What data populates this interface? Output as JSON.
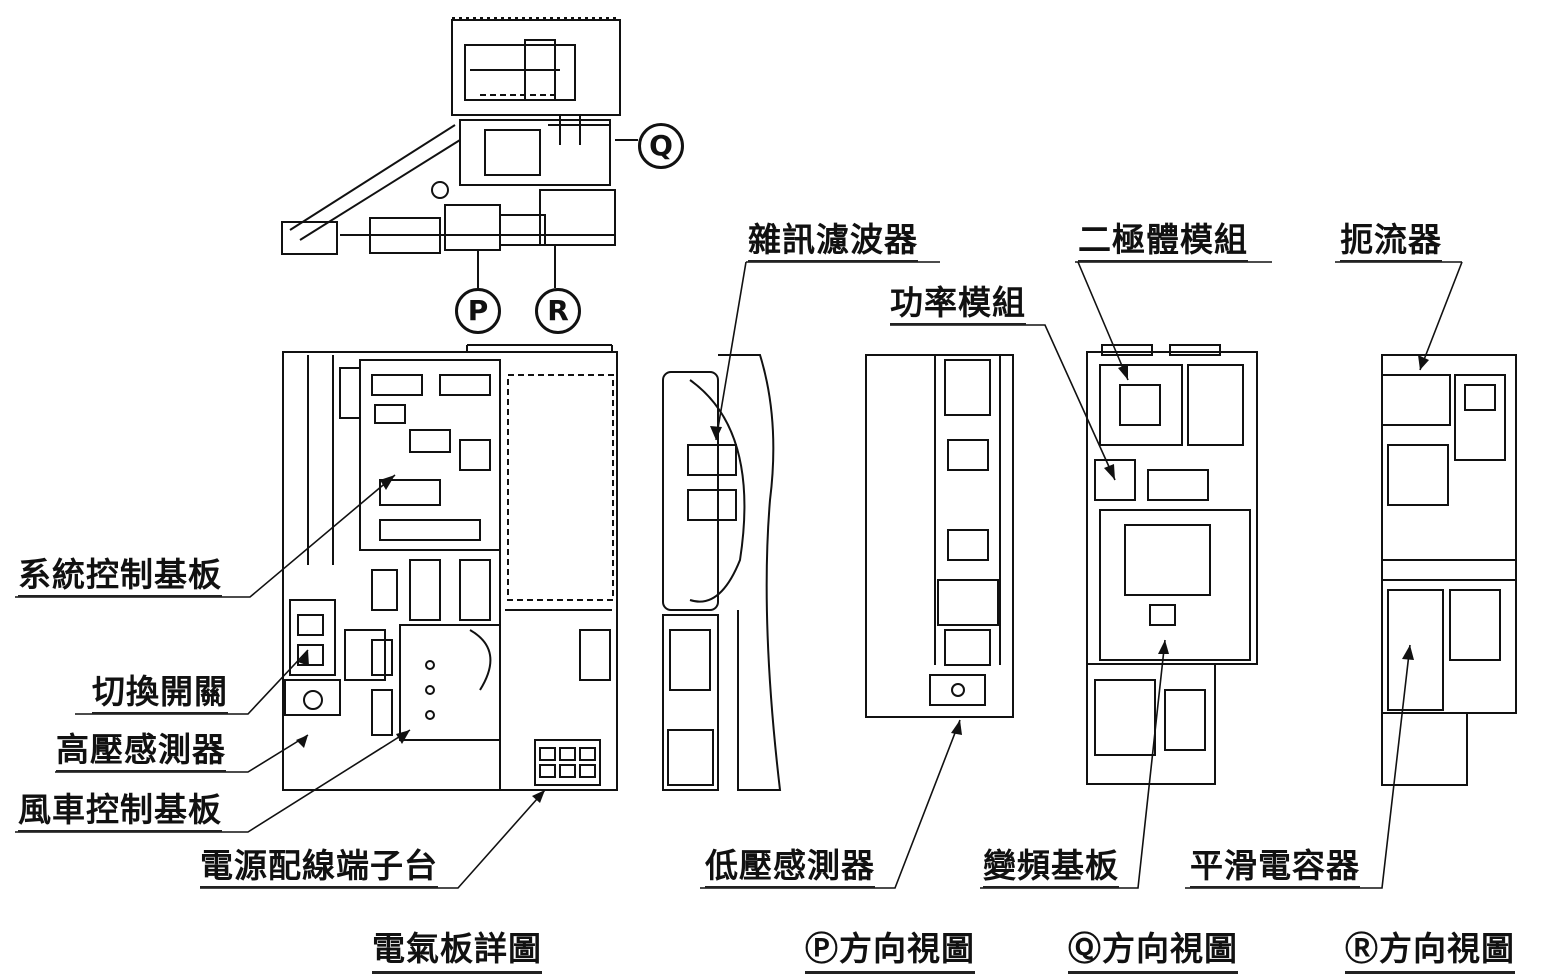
{
  "labels": {
    "system_control_board": "系統控制基板",
    "switching_switch": "切換開關",
    "high_pressure_sensor": "高壓感測器",
    "fan_control_board": "風車控制基板",
    "power_terminal_block": "電源配線端子台",
    "noise_filter": "雜訊濾波器",
    "low_pressure_sensor": "低壓感測器",
    "power_module": "功率模組",
    "diode_module": "二極體模組",
    "inverter_board": "變頻基板",
    "choke": "扼流器",
    "smoothing_capacitor": "平滑電容器"
  },
  "callouts": {
    "p": "P",
    "q": "Q",
    "r": "R"
  },
  "views": {
    "electrical_panel_detail": "電氣板詳圖",
    "p_view": "Ⓟ方向視圖",
    "q_view": "Ⓠ方向視圖",
    "r_view": "Ⓡ方向視圖"
  }
}
